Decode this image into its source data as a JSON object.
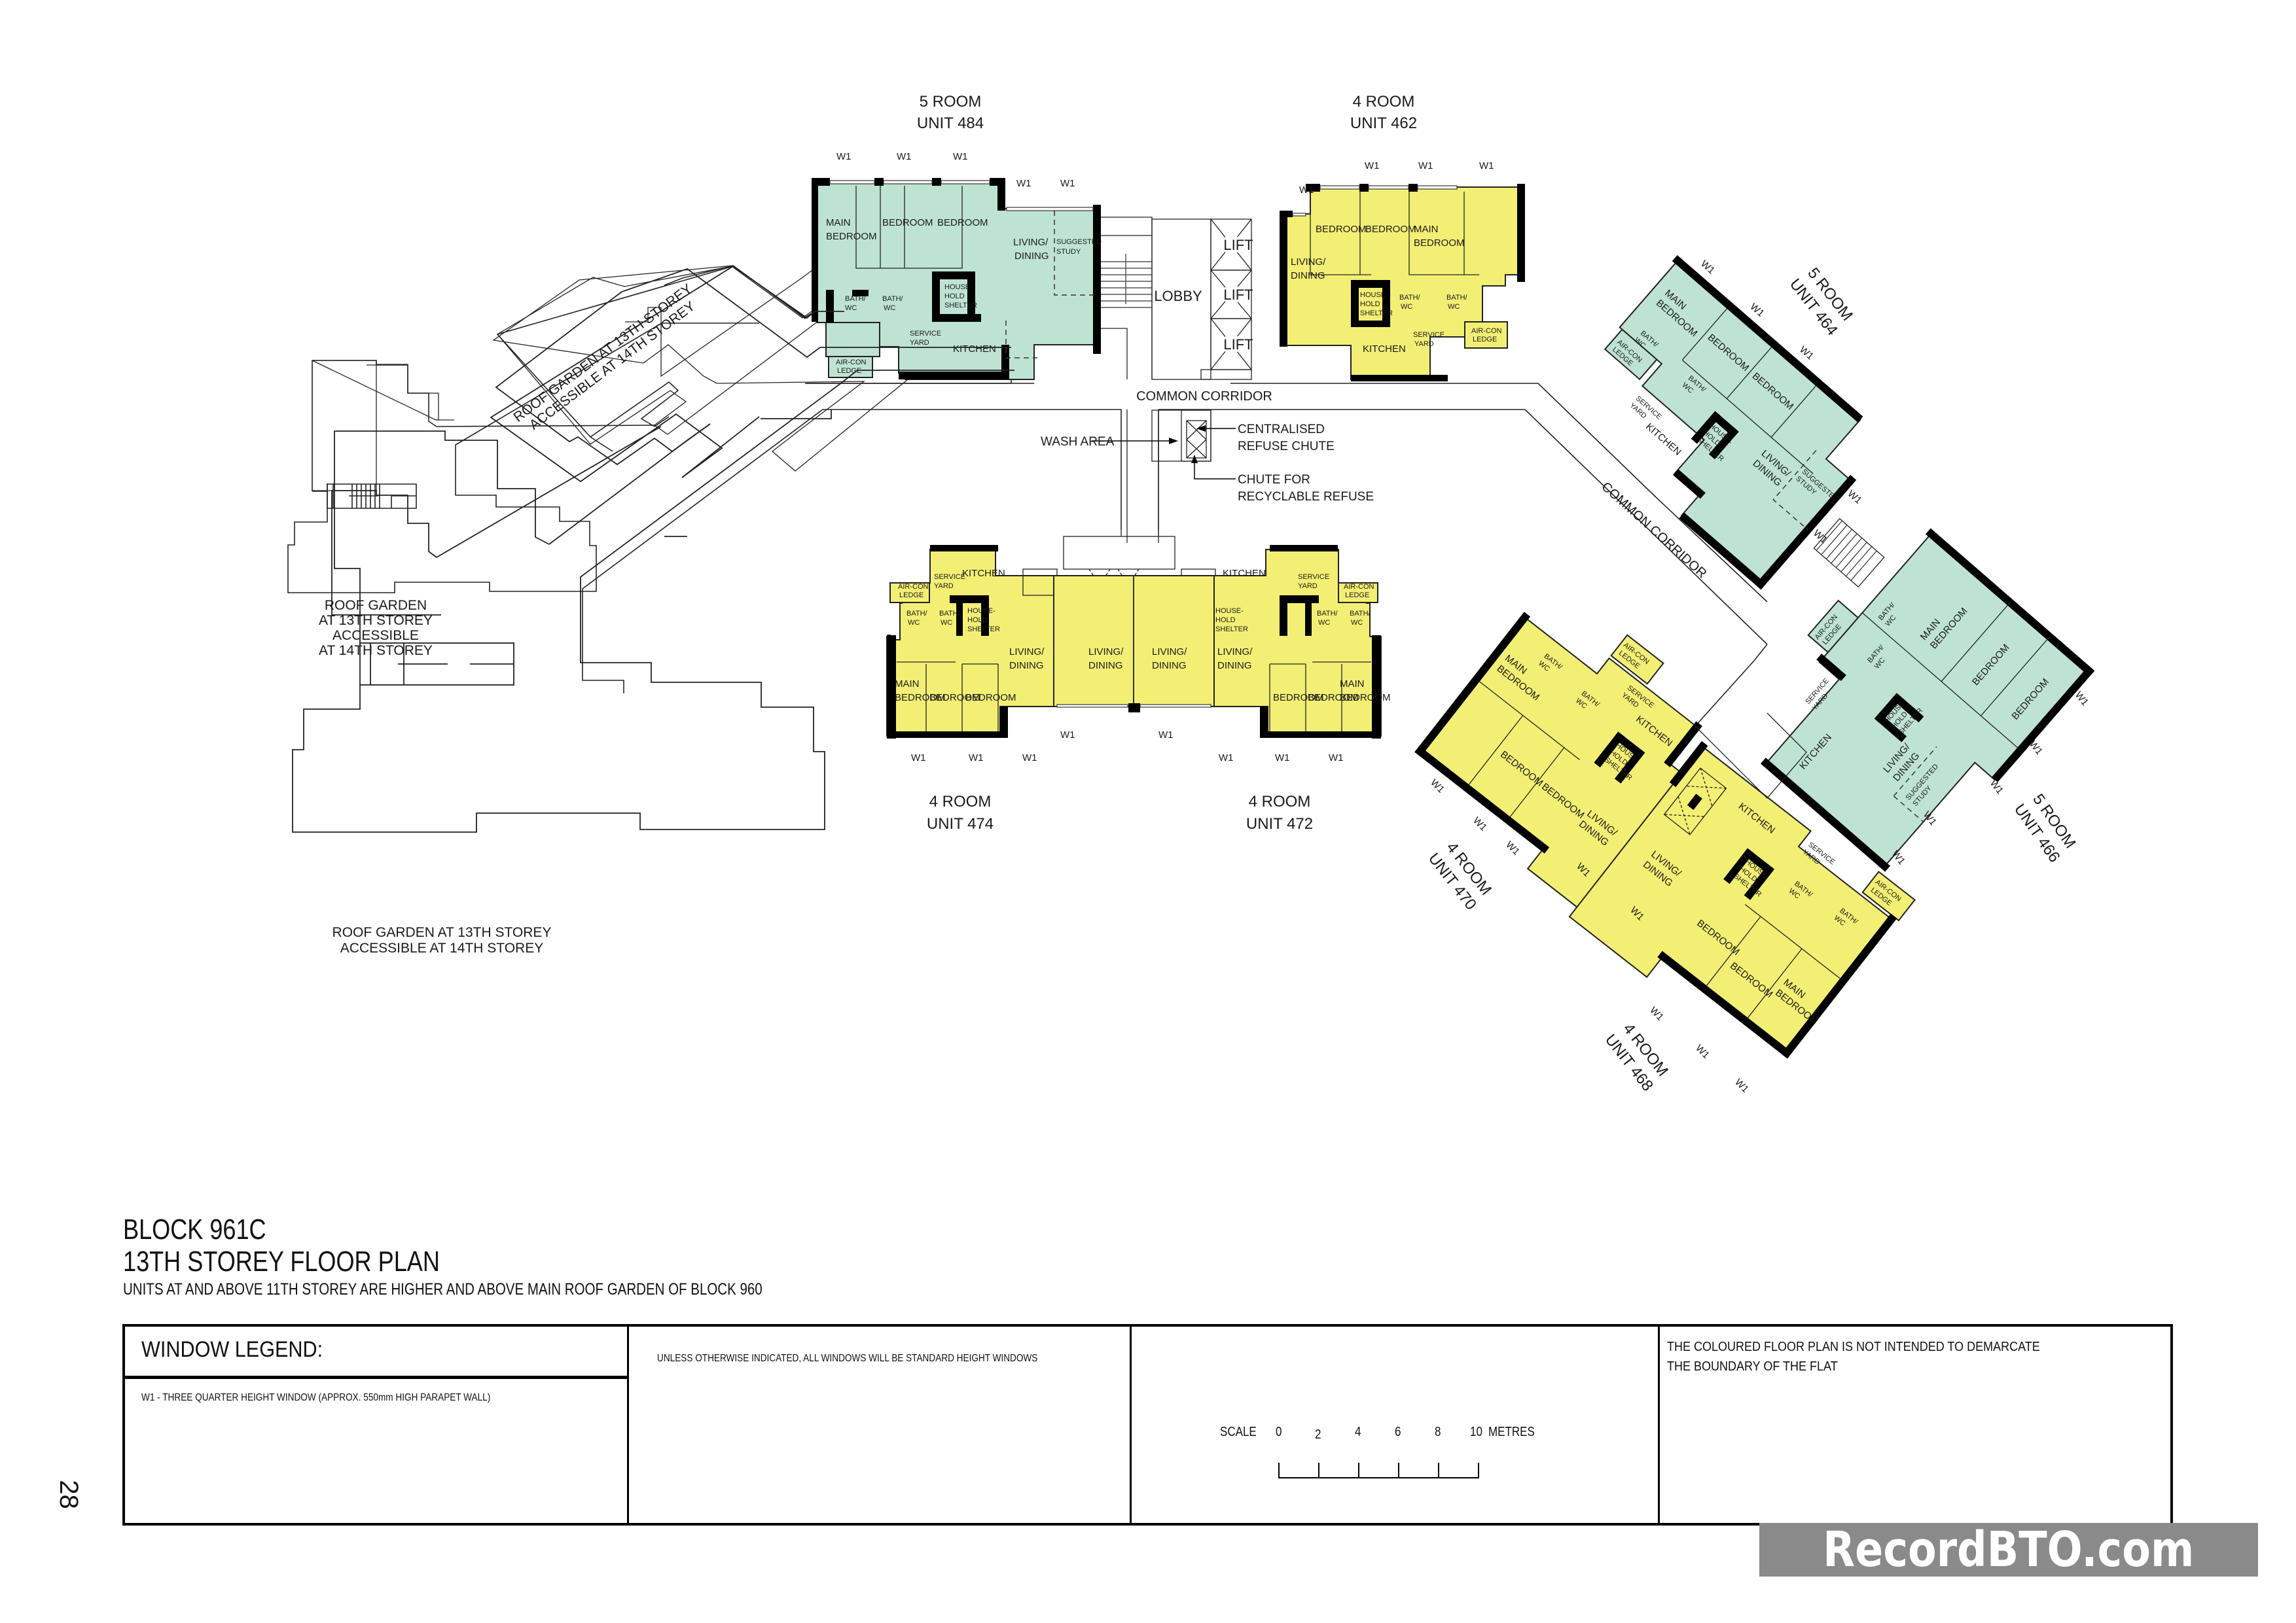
{
  "document": {
    "block": "BLOCK 961C",
    "plan_title": "13TH STOREY FLOOR PLAN",
    "subtitle": "UNITS AT AND ABOVE 11TH STOREY ARE HIGHER AND ABOVE MAIN ROOF GARDEN OF BLOCK 960",
    "page_number": "28"
  },
  "colors": {
    "five_room": "#bfe3d3",
    "four_room": "#f3ef74",
    "wall": "#000000",
    "watermark_bg": "#8a8a8a"
  },
  "units": [
    {
      "type": "5 ROOM",
      "unit": "UNIT 484",
      "color": "green"
    },
    {
      "type": "4 ROOM",
      "unit": "UNIT 462",
      "color": "yellow"
    },
    {
      "type": "5 ROOM",
      "unit": "UNIT 464",
      "color": "green"
    },
    {
      "type": "5 ROOM",
      "unit": "UNIT 466",
      "color": "green"
    },
    {
      "type": "4 ROOM",
      "unit": "UNIT 474",
      "color": "yellow"
    },
    {
      "type": "4 ROOM",
      "unit": "UNIT 472",
      "color": "yellow"
    },
    {
      "type": "4 ROOM",
      "unit": "UNIT 470",
      "color": "yellow"
    },
    {
      "type": "4 ROOM",
      "unit": "UNIT 468",
      "color": "yellow"
    }
  ],
  "rooms": {
    "main_bedroom_1": "MAIN",
    "main_bedroom_2": "BEDROOM",
    "bedroom": "BEDROOM",
    "living_1": "LIVING/",
    "living_2": "DINING",
    "study_1": "SUGGESTED",
    "study_2": "STUDY",
    "bath_1": "BATH/",
    "bath_2": "WC",
    "shelter_1": "HOUSE-",
    "shelter_2": "HOLD",
    "shelter_3": "SHELTER",
    "kitchen": "KITCHEN",
    "service_1": "SERVICE",
    "service_2": "YARD",
    "aircon_1": "AIR-CON",
    "aircon_2": "LEDGE",
    "window": "W1"
  },
  "core": {
    "lobby": "LOBBY",
    "lift": "LIFT",
    "common_corridor": "COMMON CORRIDOR",
    "wash_area": "WASH AREA",
    "refuse_chute_1": "CENTRALISED",
    "refuse_chute_2": "REFUSE CHUTE",
    "recycle_chute_1": "CHUTE FOR",
    "recycle_chute_2": "RECYCLABLE REFUSE"
  },
  "roof_gardens": [
    {
      "lines": [
        "ROOF GARDEN AT 13TH STOREY",
        "ACCESSIBLE AT 14TH STOREY"
      ]
    },
    {
      "lines": [
        "ROOF GARDEN",
        "AT 13TH STOREY",
        "ACCESSIBLE",
        "AT 14TH STOREY"
      ]
    },
    {
      "lines": [
        "ROOF GARDEN AT 13TH STOREY",
        "ACCESSIBLE AT 14TH STOREY"
      ]
    }
  ],
  "legend": {
    "window_legend_title": "WINDOW LEGEND:",
    "w1_description": "W1  -  THREE QUARTER HEIGHT WINDOW (APPROX. 550mm HIGH PARAPET WALL)",
    "standard_note": "UNLESS OTHERWISE INDICATED,  ALL WINDOWS WILL BE STANDARD HEIGHT WINDOWS",
    "scale": {
      "label": "SCALE",
      "ticks": [
        "0",
        "2",
        "4",
        "6",
        "8",
        "10"
      ],
      "unit": "METRES"
    },
    "disclaimer_1": "THE COLOURED FLOOR PLAN IS NOT INTENDED TO DEMARCATE",
    "disclaimer_2": "THE BOUNDARY OF THE FLAT"
  },
  "watermark": "RecordBTO.com"
}
